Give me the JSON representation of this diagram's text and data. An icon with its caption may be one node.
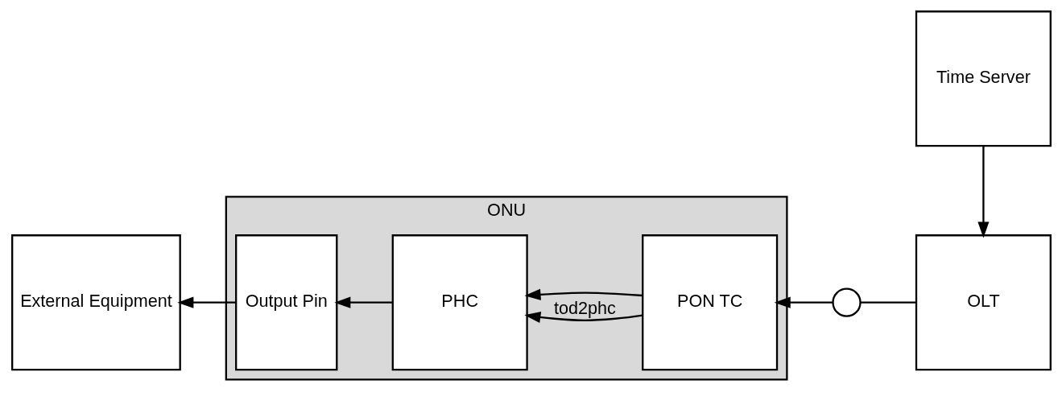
{
  "diagram": {
    "nodes": [
      {
        "text": [
          "External Equipment"
        ]
      },
      {
        "text": [
          "ONU"
        ]
      },
      {
        "text": [
          "Output Pin"
        ],
        "in": 1
      },
      {
        "text": [
          "PHC"
        ],
        "in": 1
      },
      {
        "text": [
          "PON TC"
        ],
        "in": 1
      },
      {
        "text": [
          "Time Server"
        ]
      },
      {
        "text": [
          "OLT"
        ]
      },
      {
        "text": [],
        "shape": "circle"
      }
    ],
    "edges": [
      {
        "from": 5,
        "to": 6,
        "arrow": "to"
      },
      {
        "from": 6,
        "to": 7,
        "arrow": "none"
      },
      {
        "from": 7,
        "to": 4,
        "arrow": "to"
      },
      {
        "from": 4,
        "to": 3,
        "arrow": "to",
        "label": "tod2phc"
      },
      {
        "from": 4,
        "to": 3,
        "arrow": "to"
      },
      {
        "from": 3,
        "to": 2,
        "arrow": "to"
      },
      {
        "from": 2,
        "to": 0,
        "arrow": "to"
      }
    ]
  }
}
